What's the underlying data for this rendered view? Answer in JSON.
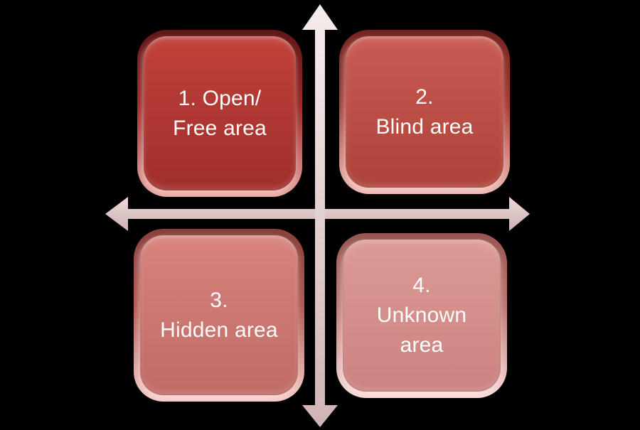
{
  "diagram": {
    "type": "johari-window-quadrants",
    "background": "#000000",
    "text_color": "#ffffff",
    "quadrants": [
      {
        "key": "open-free-area",
        "lines": [
          "1. Open/",
          "Free area"
        ],
        "colors": {
          "face_top": "#c0413a",
          "face_bottom": "#a02e2b",
          "rim_dark": "#5f1716",
          "rim_mid": "#9a2a27",
          "rim_light": "#e8a8a2"
        }
      },
      {
        "key": "blind-area",
        "lines": [
          "2.",
          "Blind area"
        ],
        "colors": {
          "face_top": "#c95c52",
          "face_bottom": "#ad4239",
          "rim_dark": "#732420",
          "rim_mid": "#a73e37",
          "rim_light": "#f0b9b2"
        }
      },
      {
        "key": "hidden-area",
        "lines": [
          "3.",
          "Hidden area"
        ],
        "colors": {
          "face_top": "#d8837d",
          "face_bottom": "#c16b66",
          "rim_dark": "#87413c",
          "rim_mid": "#b35a54",
          "rim_light": "#f5cdc9"
        }
      },
      {
        "key": "unknown-area",
        "lines": [
          "4.",
          "Unknown",
          "area"
        ],
        "colors": {
          "face_top": "#dc9a95",
          "face_bottom": "#cc8480",
          "rim_dark": "#96554f",
          "rim_mid": "#c17b76",
          "rim_light": "#f8dcd9"
        }
      }
    ],
    "axes": {
      "shape": "double-headed cross arrows",
      "vertical_gradient": {
        "top": "#f6ecec",
        "bottom": "#cfb4b4"
      },
      "horizontal_gradient": {
        "top": "#ecd9d8",
        "bottom": "#cdb2b2"
      }
    }
  }
}
